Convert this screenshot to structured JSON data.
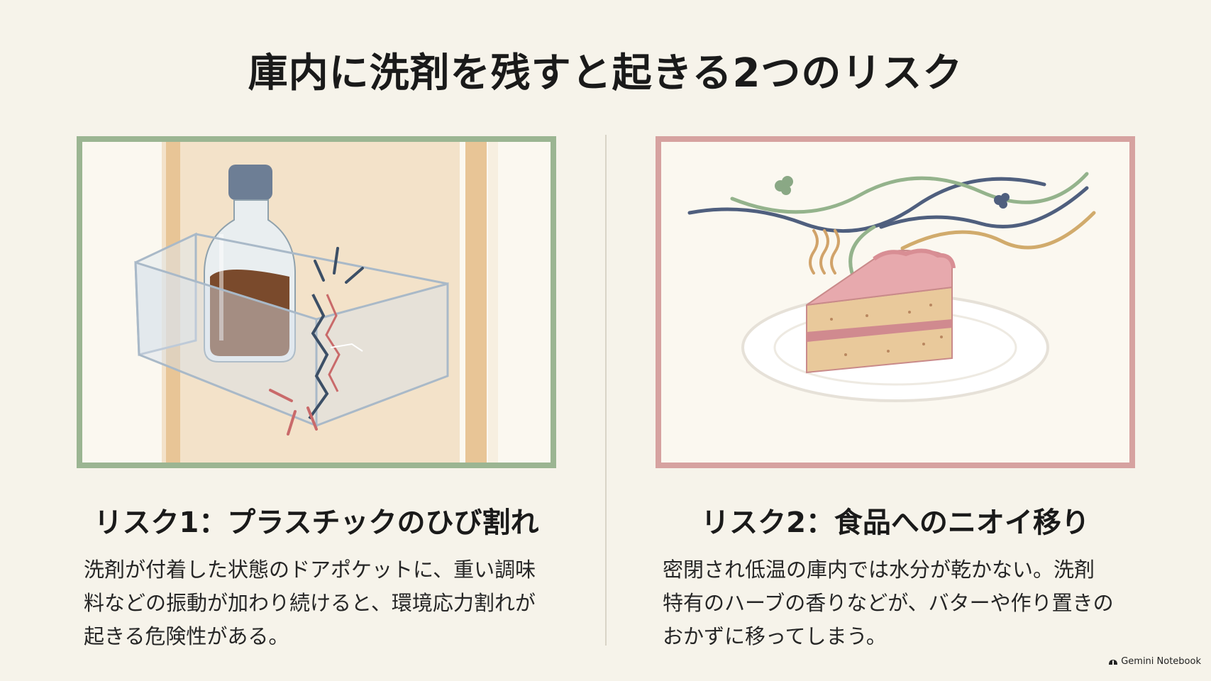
{
  "title": "庫内に洗剤を残すと起きる2つのリスク",
  "risks": [
    {
      "title": "リスク1：プラスチックのひび割れ",
      "description_lines": [
        "洗剤が付着した状態のドアポケットに、重い調味",
        "料などの振動が加わり続けると、環境応力割れが",
        "起きる危険性がある。"
      ],
      "illustration": "cracked-door-pocket-with-bottle",
      "frame_color": "#9bb592"
    },
    {
      "title": "リスク2：食品へのニオイ移り",
      "description_lines": [
        "密閉され低温の庫内では水分が乾かない。洗剤",
        "特有のハーブの香りなどが、バターや作り置きの",
        "おかずに移ってしまう。"
      ],
      "illustration": "cake-slice-with-odor-waves",
      "frame_color": "#d6a2a0"
    }
  ],
  "brand": "Gemini Notebook"
}
